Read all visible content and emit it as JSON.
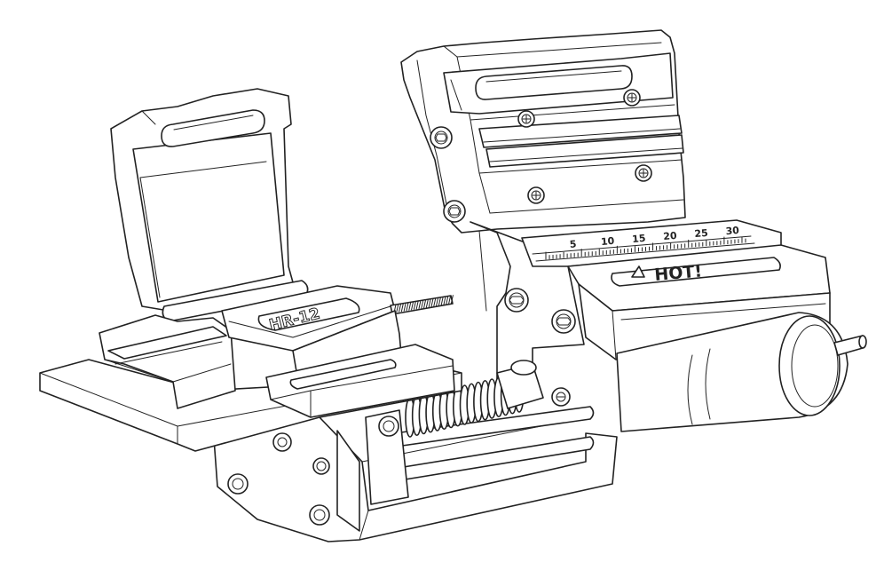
{
  "colors": {
    "line": "#222222",
    "background": "#ffffff"
  },
  "labels": {
    "holder_marking": "HR-12",
    "hot_marking": "HOT!",
    "scale_numbers": [
      "5",
      "10",
      "15",
      "20",
      "25",
      "30"
    ]
  }
}
